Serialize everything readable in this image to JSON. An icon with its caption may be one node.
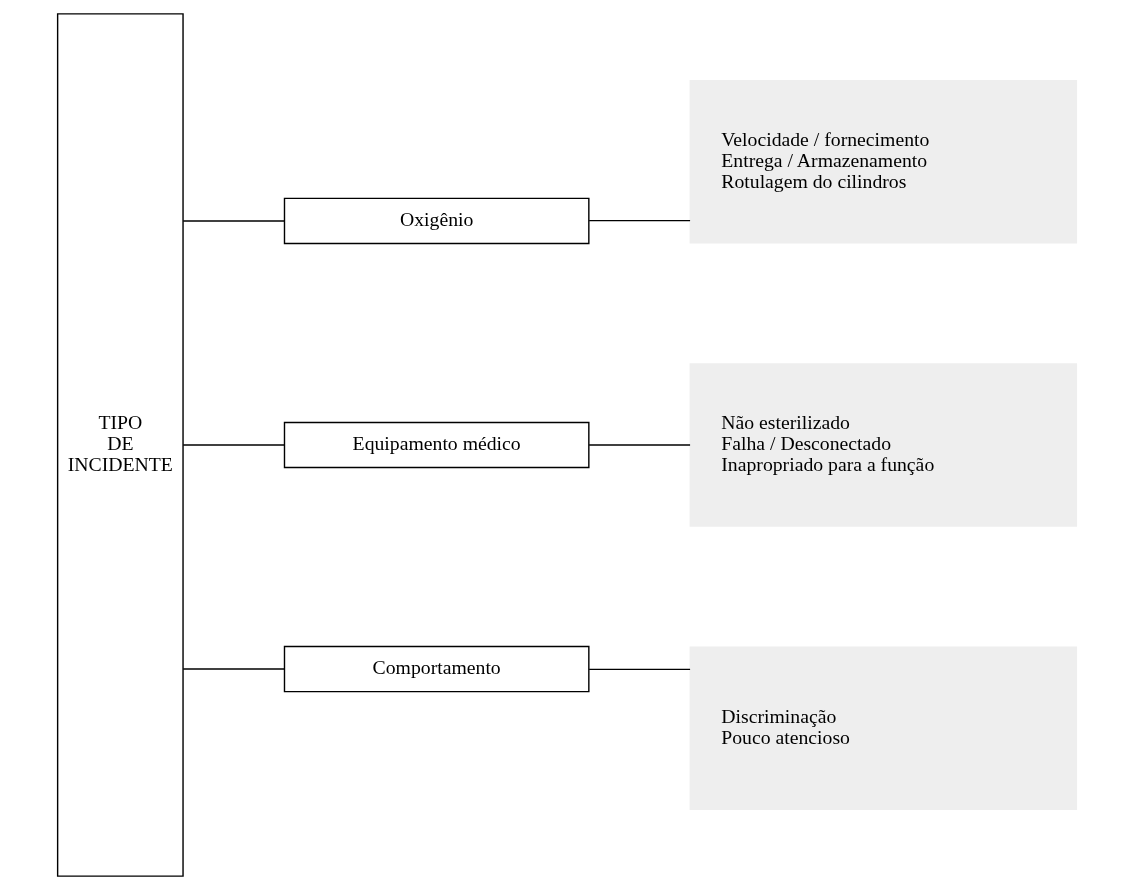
{
  "diagram": {
    "nodes": [
      {
        "text": [
          "TIPO DE INCIDENTE"
        ]
      },
      {
        "text": [
          "Oxigênio"
        ]
      },
      {
        "text": [
          "Equipamento médico"
        ]
      },
      {
        "text": [
          "Comportamento"
        ]
      },
      {
        "text": [
          "Velocidade / fornecimento",
          "Entrega / Armazenamento",
          "Rotulagem do cilindros"
        ]
      },
      {
        "text": [
          "Não esterilizado",
          "Falha / Desconectado",
          "Inapropriado para a função"
        ]
      },
      {
        "text": [
          "Discriminação",
          "Pouco atencioso"
        ]
      }
    ],
    "edges": [
      {
        "from": 0,
        "to": 1,
        "arrow": "none"
      },
      {
        "from": 0,
        "to": 2,
        "arrow": "none"
      },
      {
        "from": 0,
        "to": 3,
        "arrow": "none"
      },
      {
        "from": 1,
        "to": 4,
        "arrow": "none"
      },
      {
        "from": 2,
        "to": 5,
        "arrow": "none"
      },
      {
        "from": 3,
        "to": 6,
        "arrow": "none"
      }
    ]
  }
}
